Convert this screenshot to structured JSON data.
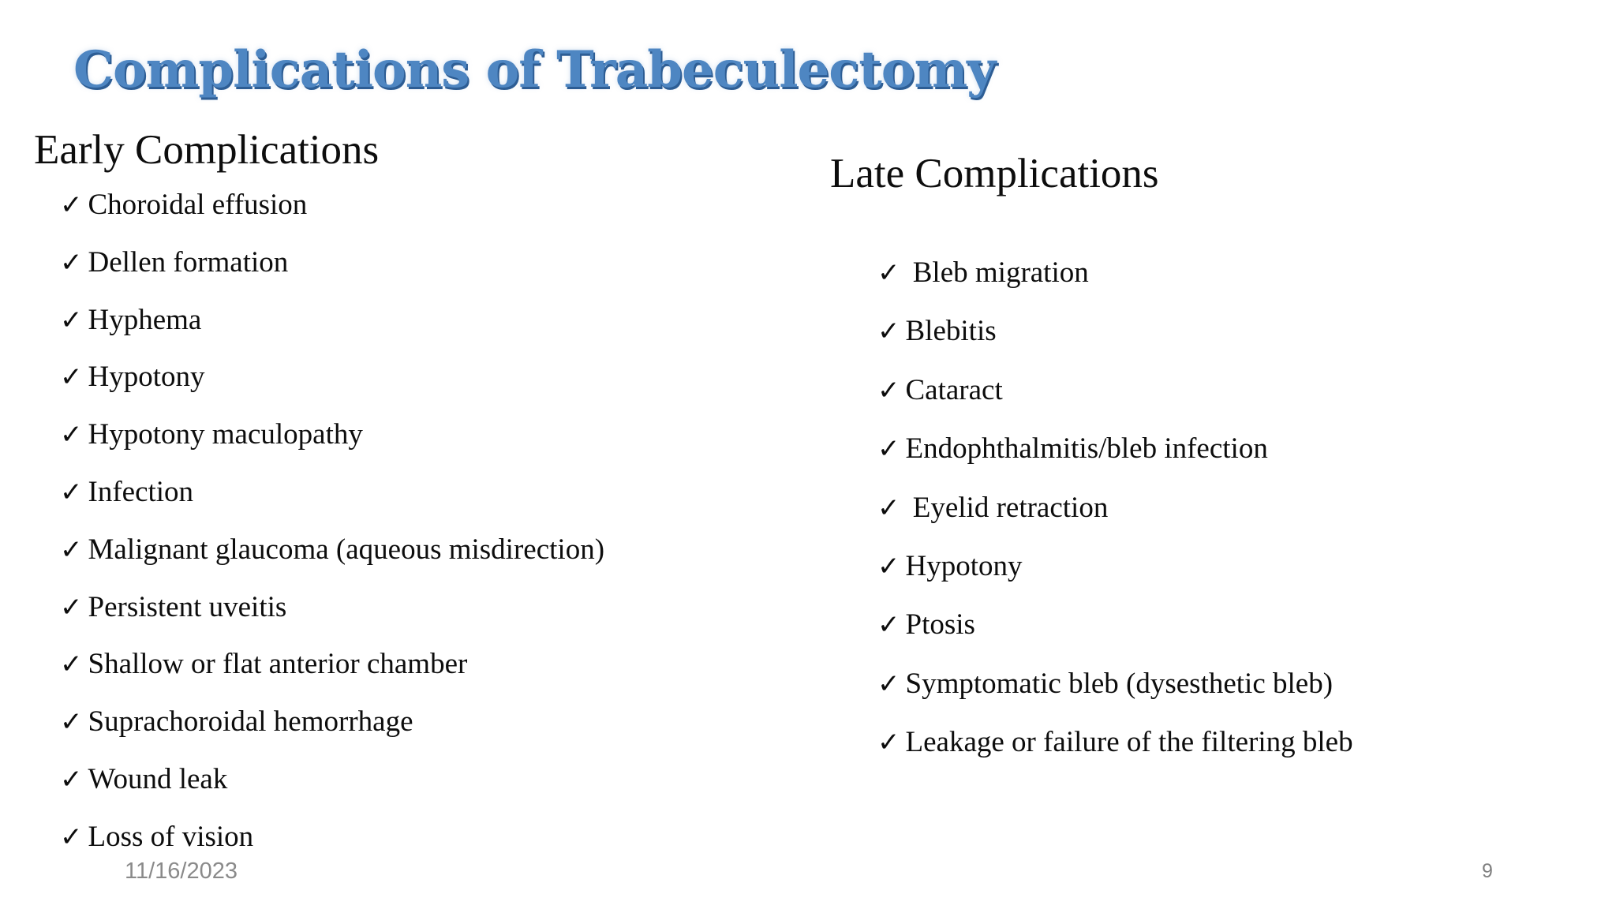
{
  "slide": {
    "title": "Complications of Trabeculectomy",
    "title_color": "#4E86C2",
    "title_shadow_color": "#2d5d94",
    "text_color": "#0d0d0d",
    "background_color": "#ffffff",
    "bullet_glyph": "✓",
    "sections": [
      {
        "heading": "Early Complications",
        "items": [
          "Choroidal effusion",
          "Dellen formation",
          "Hyphema",
          "Hypotony",
          "Hypotony maculopathy",
          "Infection",
          "Malignant glaucoma (aqueous misdirection)",
          "Persistent uveitis",
          "Shallow or flat anterior chamber",
          "Suprachoroidal hemorrhage",
          "Wound leak",
          "Loss of vision"
        ]
      },
      {
        "heading": "Late Complications",
        "items": [
          " Bleb migration",
          "Blebitis",
          "Cataract",
          "Endophthalmitis/bleb infection",
          " Eyelid retraction",
          "Hypotony",
          "Ptosis",
          "Symptomatic bleb (dysesthetic bleb)",
          "Leakage or failure of the filtering bleb"
        ]
      }
    ],
    "footer": {
      "date": "11/16/2023",
      "page_number": "9"
    }
  }
}
